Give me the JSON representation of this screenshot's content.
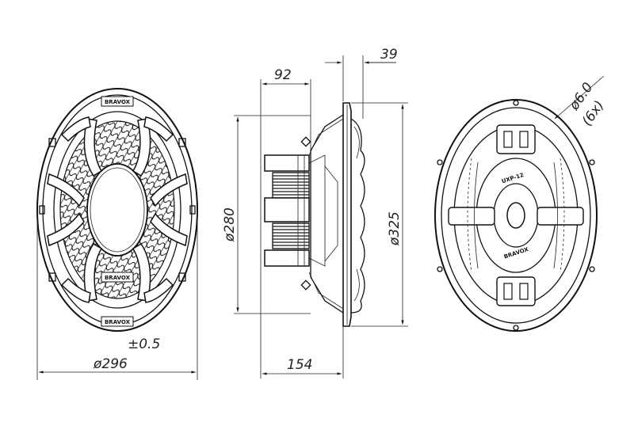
{
  "dimensions": {
    "front_tolerance": "±0.5",
    "front_diameter": "ø296",
    "side_depth_magnet": "92",
    "side_flange": "39",
    "side_mount_diameter": "ø280",
    "side_outer_diameter": "ø325",
    "side_total_depth": "154",
    "rear_hole_size": "ø6.0",
    "rear_hole_count": "(6x)"
  },
  "labels": {
    "brand_top": "BRAVOX",
    "brand_middle": "BRAVOX",
    "brand_bottom": "BRAVOX",
    "model": "UXP-12",
    "rear_brand": "BRAVOX"
  },
  "colors": {
    "line": "#111111",
    "background": "#ffffff"
  }
}
